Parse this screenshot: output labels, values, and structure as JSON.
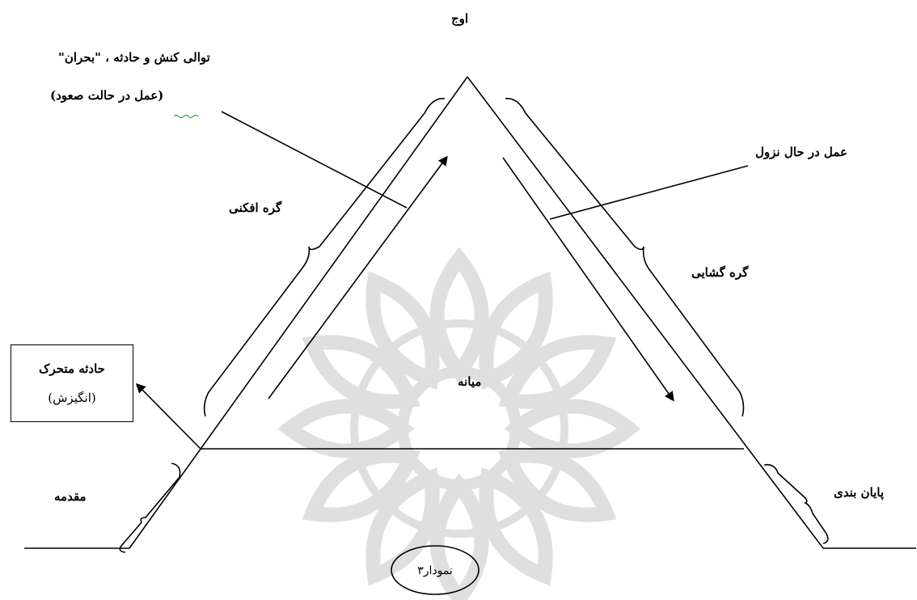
{
  "diagram": {
    "apex_label": "اوج",
    "rising_action_title": "توالی کنش و حادثه ، \"بحران\"",
    "rising_action_sub": "(عمل در حالت صعود)",
    "complication_label": "گره افکنی",
    "falling_action_label": "عمل در حال نزول",
    "resolution_label": "گره گشایی",
    "middle_label": "میانه",
    "inciting_incident_line1": "حادثه متحرک",
    "inciting_incident_line2": "(انگیزش)",
    "introduction_label": "مقدمه",
    "ending_label": "پایان بندی",
    "figure_label": "نمودار۳"
  },
  "colors": {
    "line": "#000000",
    "watermark": "#d9d9d9",
    "spellcheck_underline": "#3a9a3a"
  }
}
